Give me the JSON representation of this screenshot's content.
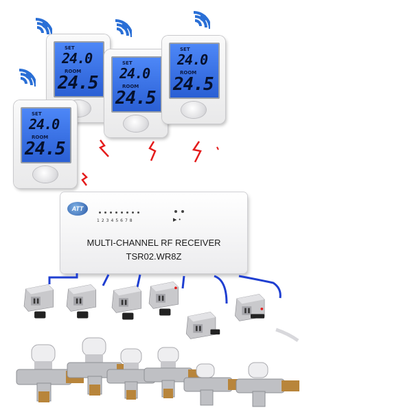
{
  "thermostats": [
    {
      "set_label": "SET",
      "room_label": "ROOM",
      "set_value": "24.0",
      "room_value": "24.5"
    },
    {
      "set_label": "SET",
      "room_label": "ROOM",
      "set_value": "24.0",
      "room_value": "24.5"
    },
    {
      "set_label": "SET",
      "room_label": "ROOM",
      "set_value": "24.0",
      "room_value": "24.5"
    },
    {
      "set_label": "SET",
      "room_label": "ROOM",
      "set_value": "24.0",
      "room_value": "24.5"
    }
  ],
  "receiver": {
    "logo": "ATT",
    "title": "MULTI-CHANNEL RF RECEIVER",
    "model": "TSR02.WR8Z",
    "channels": [
      "1",
      "2",
      "3",
      "4",
      "5",
      "6",
      "7",
      "8"
    ]
  },
  "colors": {
    "signal_wave": "#2a6fd6",
    "rf_bolt": "#e41b1b",
    "wire": "#1f3fd1",
    "lcd_backlight": "#3b74ee"
  },
  "icons": [
    "wifi-signal-icon",
    "rf-bolt-icon",
    "power-led-icon"
  ]
}
